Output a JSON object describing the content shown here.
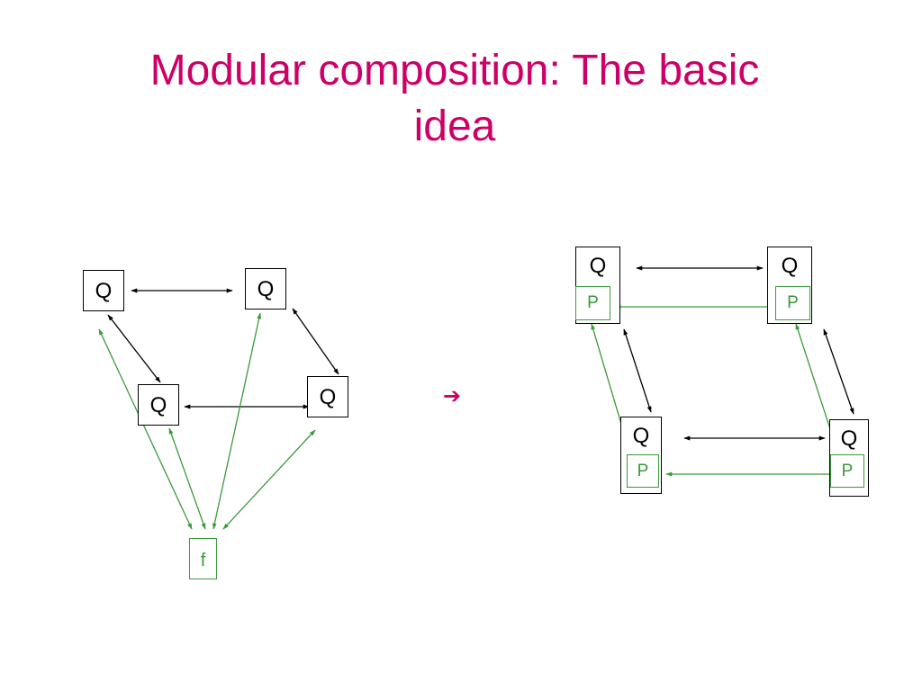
{
  "slide": {
    "title_line1": "Modular composition: The basic",
    "title_line2": "idea",
    "implies_symbol": "➔"
  },
  "left_diagram": {
    "nodes": {
      "q_top_left": "Q",
      "q_top_right": "Q",
      "q_middle_left": "Q",
      "q_middle_right": "Q",
      "f_node": "f"
    }
  },
  "right_diagram": {
    "nodes": {
      "q_top_left": "Q",
      "q_top_right": "Q",
      "q_bottom_left": "Q",
      "q_bottom_right": "Q",
      "p_top_left": "P",
      "p_top_right": "P",
      "p_bottom_left": "P",
      "p_bottom_right": "P"
    }
  },
  "colors": {
    "title": "#cc0066",
    "black_edge": "#000000",
    "green_edge": "#3a9a3a",
    "p_label": "#3a9a3a",
    "f_label": "#3a9a3a",
    "implies": "#cc0066"
  }
}
